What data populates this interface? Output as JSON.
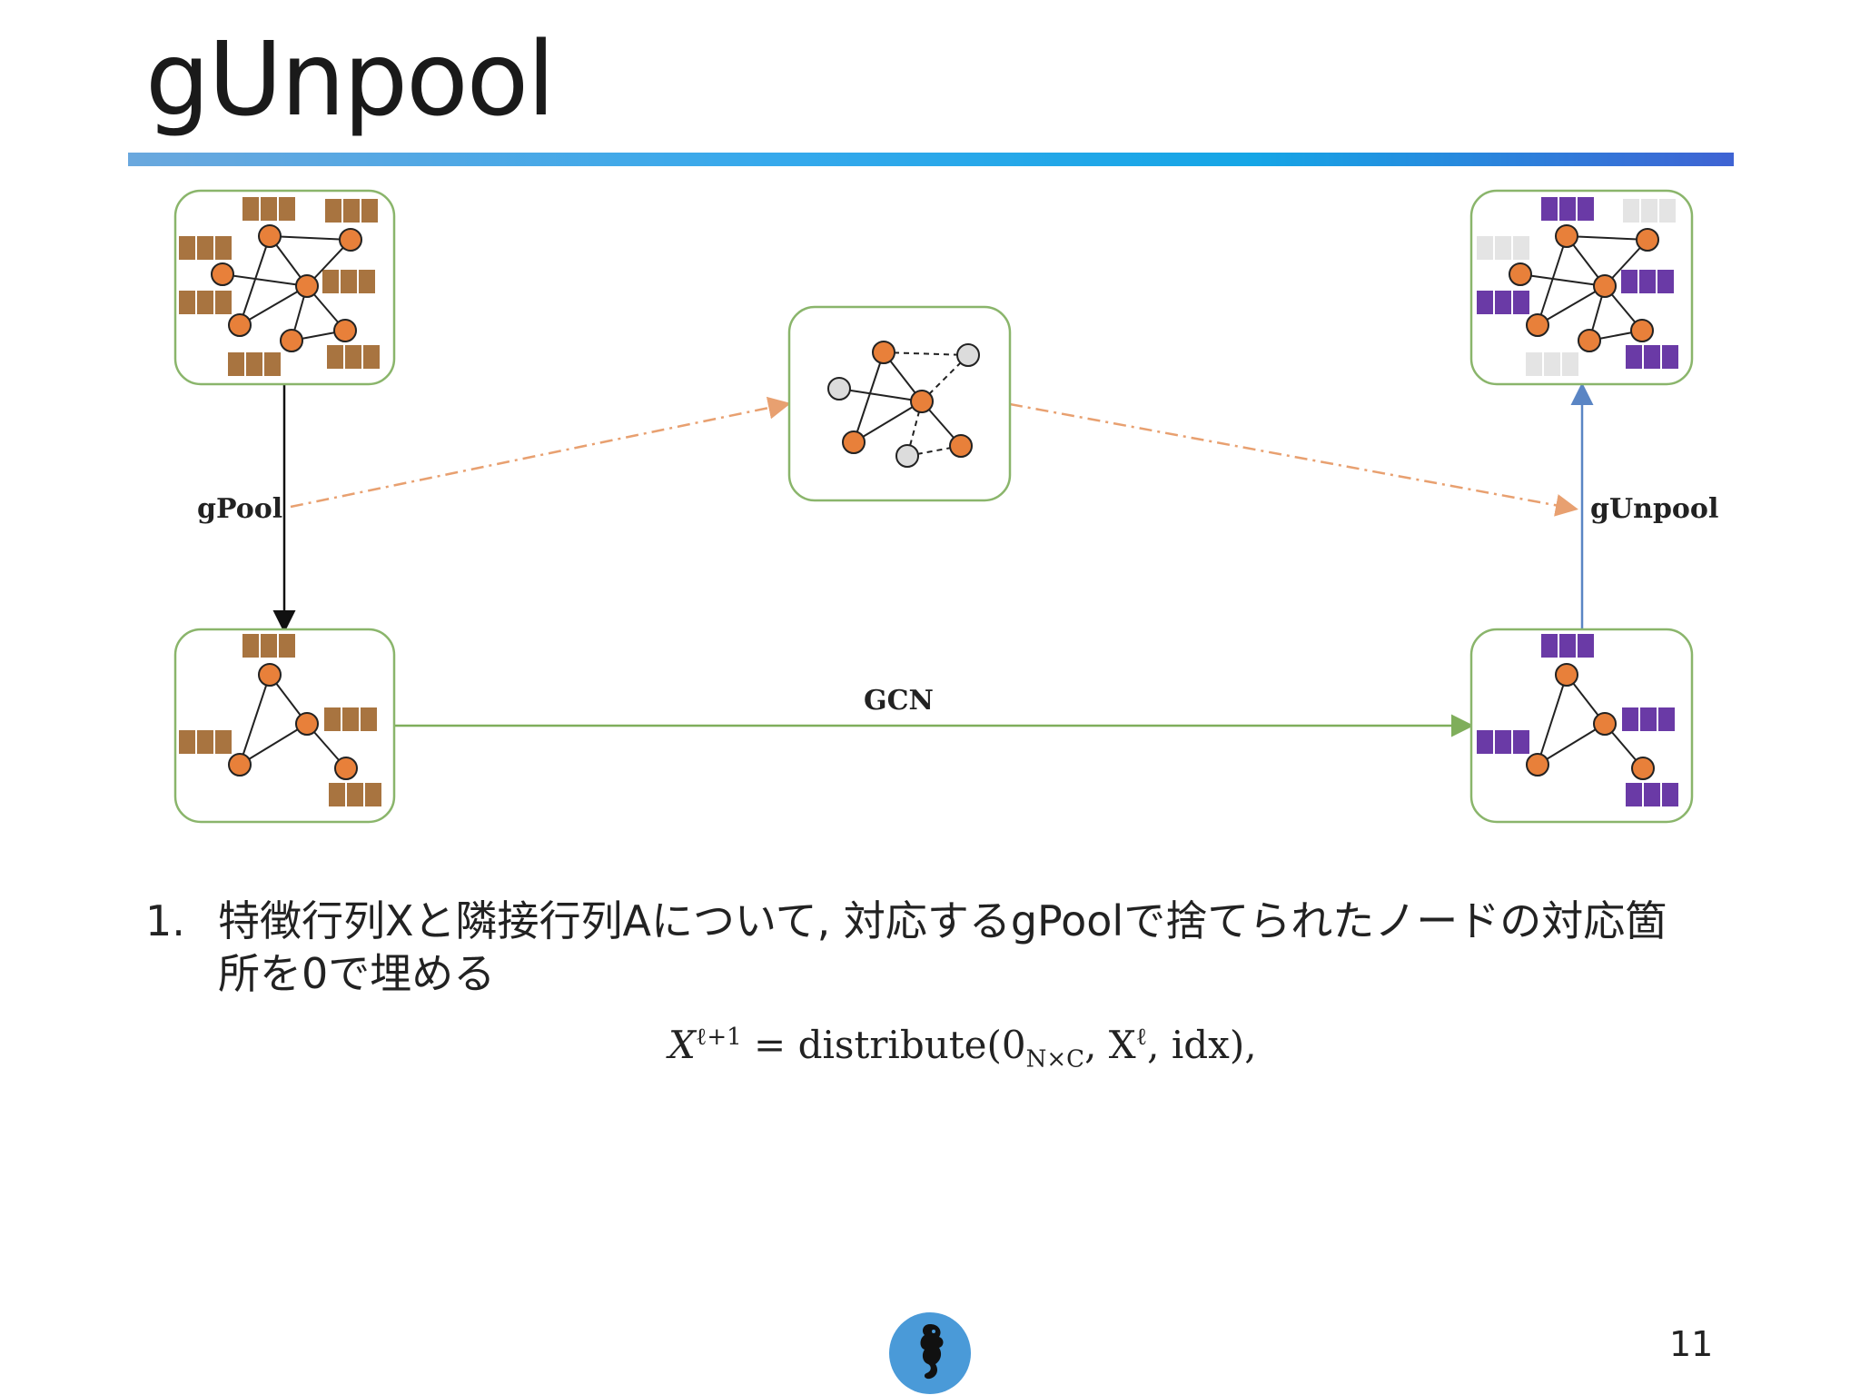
{
  "slide": {
    "title": "gUnpool",
    "page_number": "11"
  },
  "diagram": {
    "labels": {
      "gpool": "gPool",
      "gunpool": "gUnpool",
      "gcn": "GCN"
    },
    "colors": {
      "node_fill": "#e8803a",
      "node_removed": "#dcdcdc",
      "feature_brown": "#a87440",
      "feature_purple": "#6a3aa6",
      "feature_gray": "#e4e4e4",
      "box_border": "#8ab56b",
      "dashed_arrow": "#e8a070",
      "gcn_arrow": "#7fae5b",
      "gunpool_arrow": "#5a85c4"
    }
  },
  "content": {
    "bullet_number": "1.",
    "bullet_text": "特徴行列Xと隣接行列Aについて, 対応するgPoolで捨てられたノードの対応箇所を0で埋める",
    "formula": {
      "lhs": "X",
      "lhs_sup": "ℓ+1",
      "eq": " = distribute(0",
      "sub": "N×C",
      "mid": ", X",
      "mid_sup": "ℓ",
      "end": ", idx),"
    }
  },
  "logo": {
    "icon": "seahorse-icon"
  }
}
